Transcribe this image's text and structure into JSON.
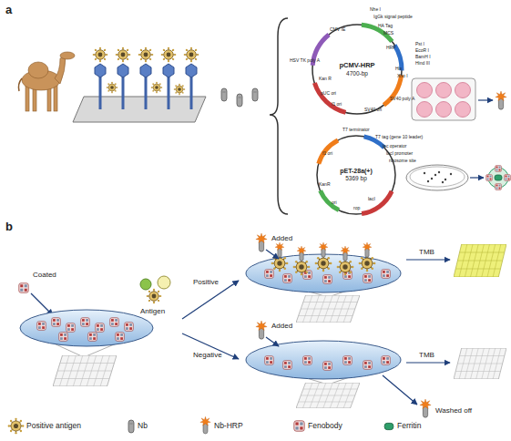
{
  "diagram": {
    "nodes": [
      {
        "text": [
          "pCMV-HRP",
          "4700-bp"
        ]
      },
      {
        "text": [
          "pET-28a(+)",
          "5369 bp"
        ]
      }
    ],
    "labels": [
      "a",
      "CMV IE",
      "IgGk signal peptide",
      "Nhe I",
      "HA Tag",
      "MCS",
      "Pst I",
      "EcoR I",
      "BamH I",
      "Hind III",
      "HRP",
      "His",
      "Xho I",
      "SV40 poly A",
      "SV40 ori",
      "f1 ori",
      "Kan R",
      "HSV TK poly A",
      "pUC ori",
      "T7 terminator",
      "T7 tag (gene 10 leader)",
      "lac operator",
      "lacI promoter",
      "ribosome site",
      "f1 ori",
      "KanR",
      "lacI",
      "rop",
      "ori",
      "b",
      "Coated",
      "Antigen",
      "Positive",
      "Negative",
      "Added",
      "TMB",
      "Added",
      "TMB",
      "Washed off"
    ],
    "legend": [
      {
        "text": "Positive antigen"
      },
      {
        "text": "Nb"
      },
      {
        "text": "Nb-HRP"
      },
      {
        "text": "Fenobody"
      },
      {
        "text": "Ferritin"
      }
    ]
  }
}
